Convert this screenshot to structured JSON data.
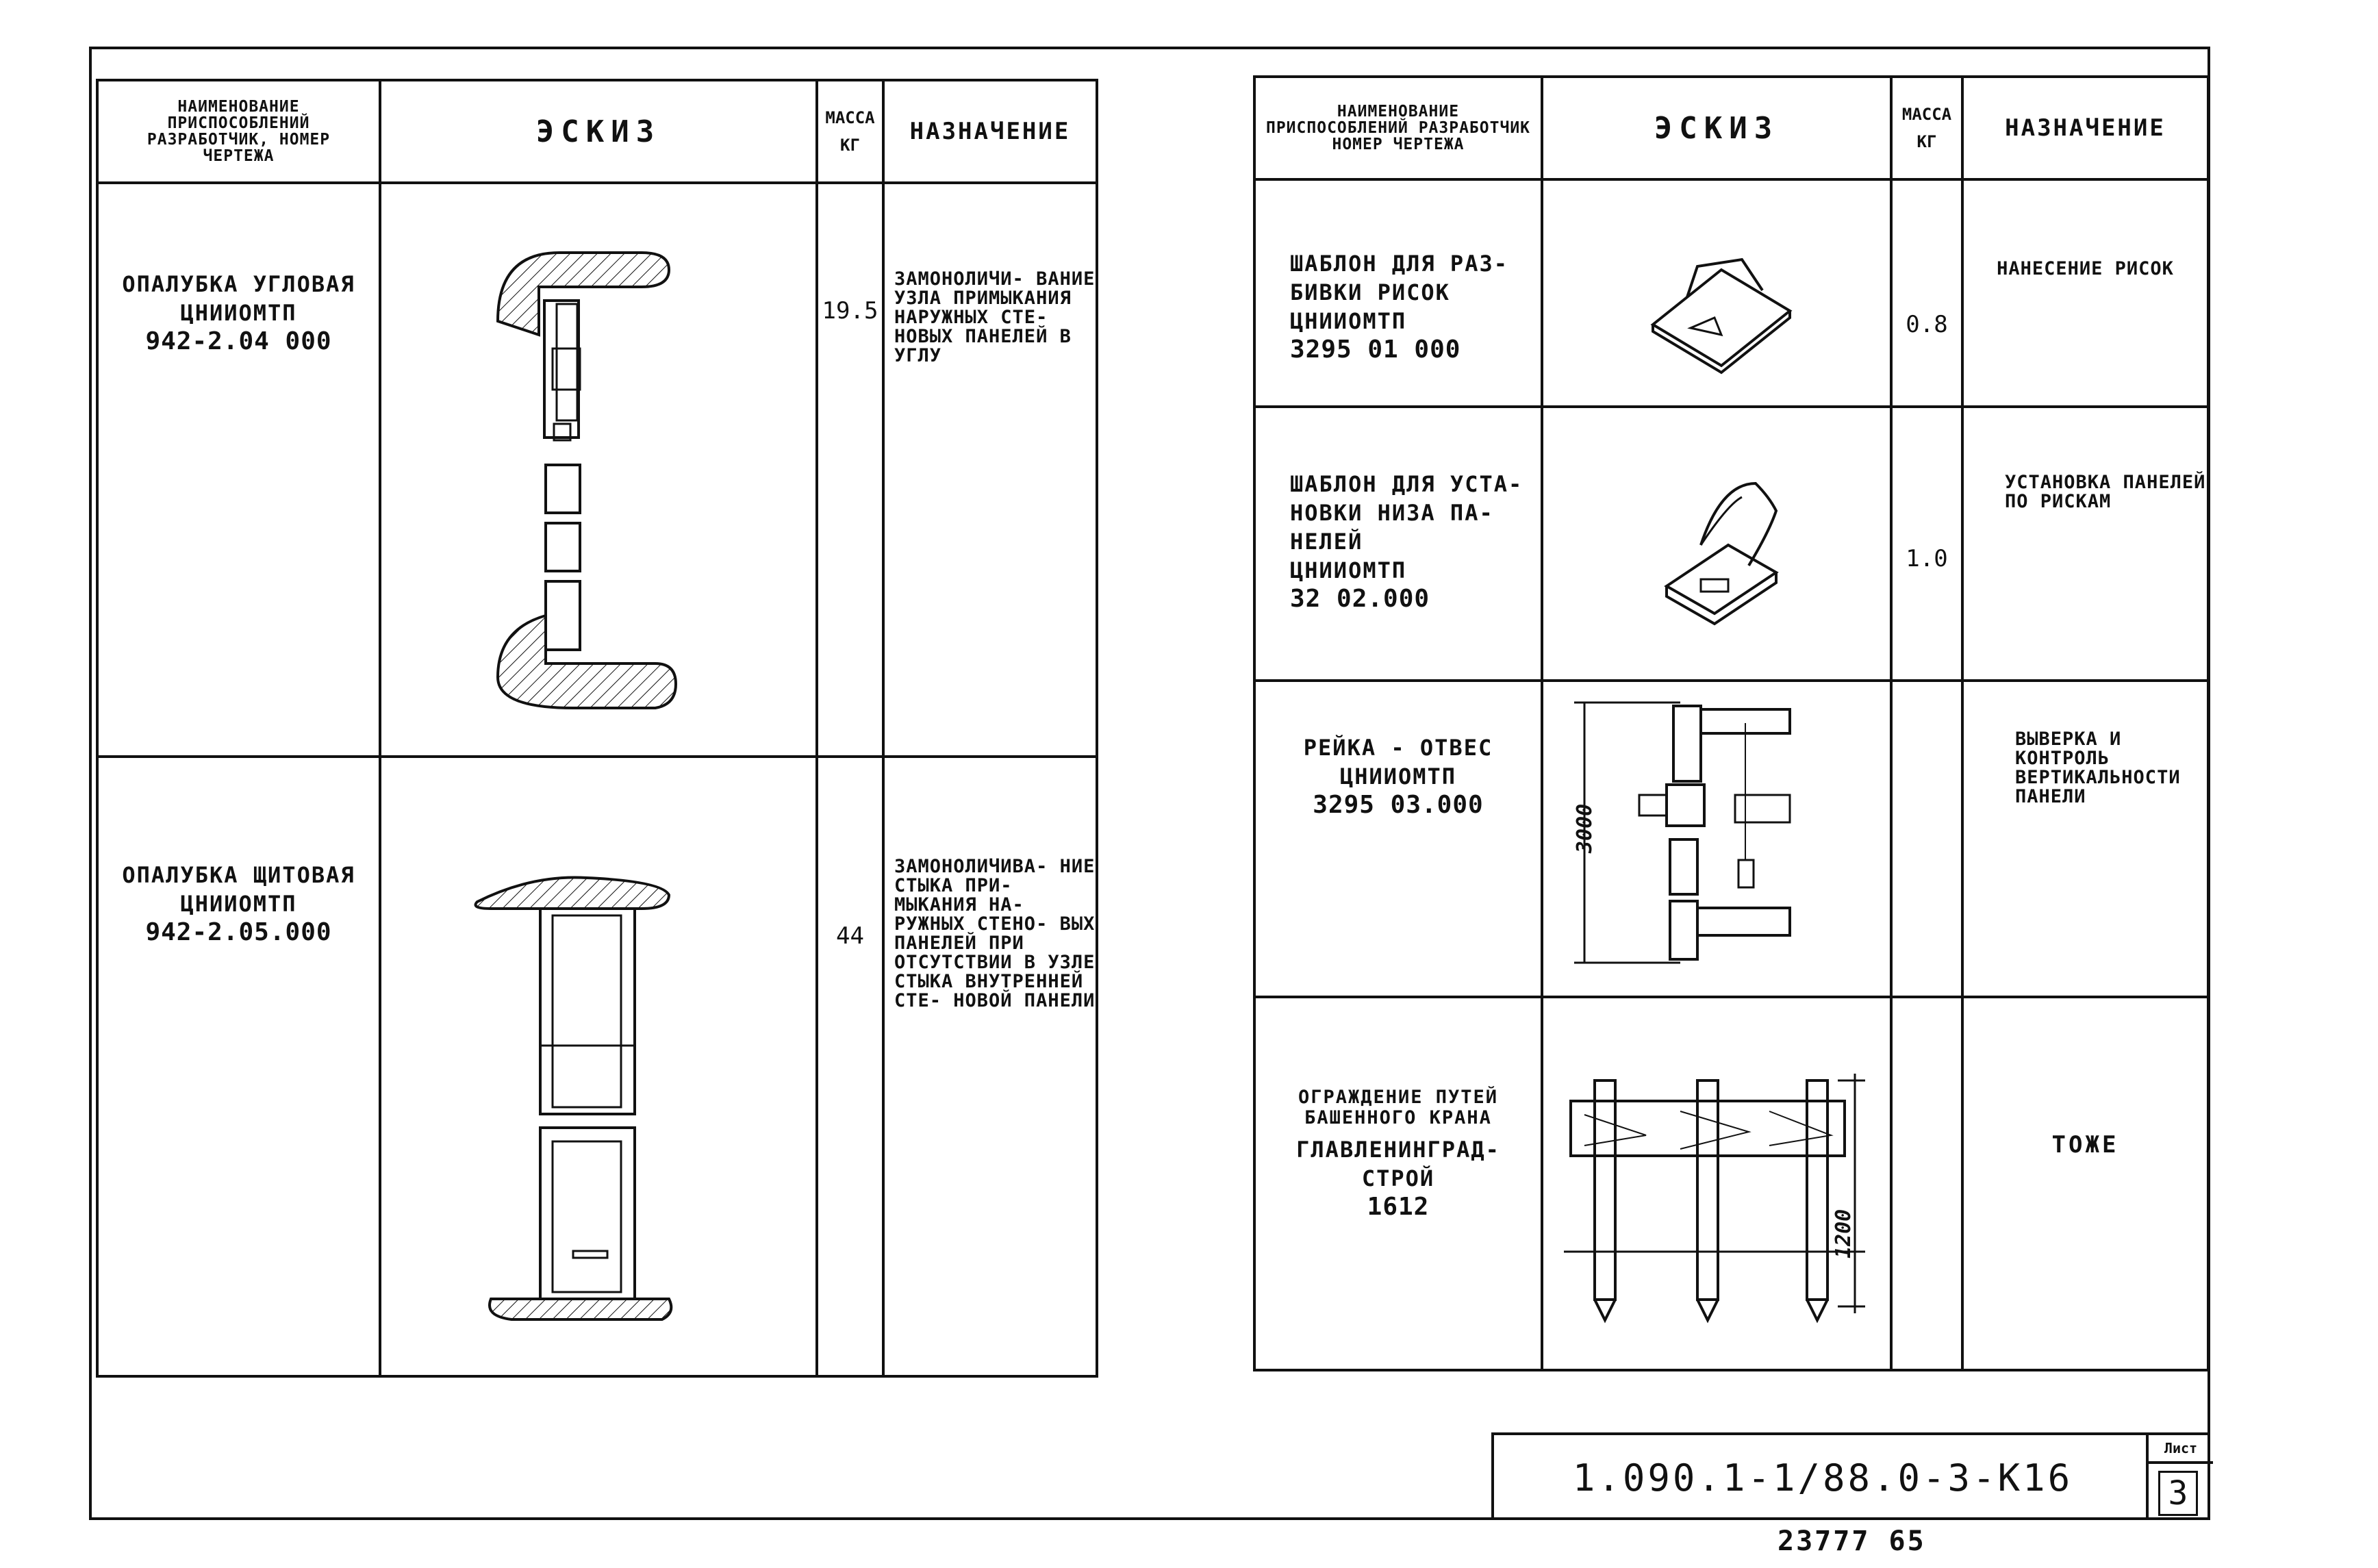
{
  "headers_left": {
    "name": "Наименование приспособлений разработчик, номер чертежа",
    "sketch": "Эскиз",
    "mass_line1": "Масса",
    "mass_line2": "кг",
    "purpose": "Назначение"
  },
  "headers_right": {
    "name": "Наименование приспособлений разработчик номер чертежа",
    "sketch": "Эскиз",
    "mass_line1": "Масса",
    "mass_line2": "кг",
    "purpose": "Назначение"
  },
  "left_rows": [
    {
      "name_lines": [
        "Опалубка угловая",
        "ЦНИИОМТП"
      ],
      "code": "942-2.04 000",
      "mass": "19.5",
      "purpose": "Замоноличи- вание узла примыкания наружных сте- новых панелей в углу"
    },
    {
      "name_lines": [
        "Опалубка щитовая",
        "ЦНИИОМТП"
      ],
      "code": "942-2.05.000",
      "mass": "44",
      "purpose": "Замоноличива- ние стыка при- мыкания на- ружных стено- вых панелей при отсутствии в узле стыка внутренней сте- новой панели"
    }
  ],
  "right_rows": [
    {
      "name_lines": [
        "Шаблон для раз-",
        "бивки рисок",
        "ЦНИИОМТП"
      ],
      "code": "3295 01 000",
      "mass": "0.8",
      "purpose": "Нанесение рисок"
    },
    {
      "name_lines": [
        "Шаблон для уста-",
        "новки низа па-",
        "нелей",
        "ЦНИИОМТП"
      ],
      "code": "32 02.000",
      "mass": "1.0",
      "purpose": "Установка панелей по рискам"
    },
    {
      "name_lines": [
        "Рейка - отвес",
        "ЦНИИОМТП"
      ],
      "code": "3295 03.000",
      "mass": "",
      "purpose": "Выверка и контроль вертикальности панели",
      "sketch_dimension": "3000"
    },
    {
      "name_lines": [
        "Ограждение путей башенного крана"
      ],
      "org_lines": [
        "Главленинград-",
        "строй"
      ],
      "code": "1612",
      "mass": "",
      "purpose": "Тоже",
      "sketch_dimension": "1200"
    }
  ],
  "title_block": {
    "doc_code": "1.090.1-1/88.0-3-К16",
    "sheet_label": "Лист",
    "sheet_number": "3"
  },
  "archive_number": "23777 65",
  "colors": {
    "ink": "#111111",
    "paper": "#ffffff"
  }
}
